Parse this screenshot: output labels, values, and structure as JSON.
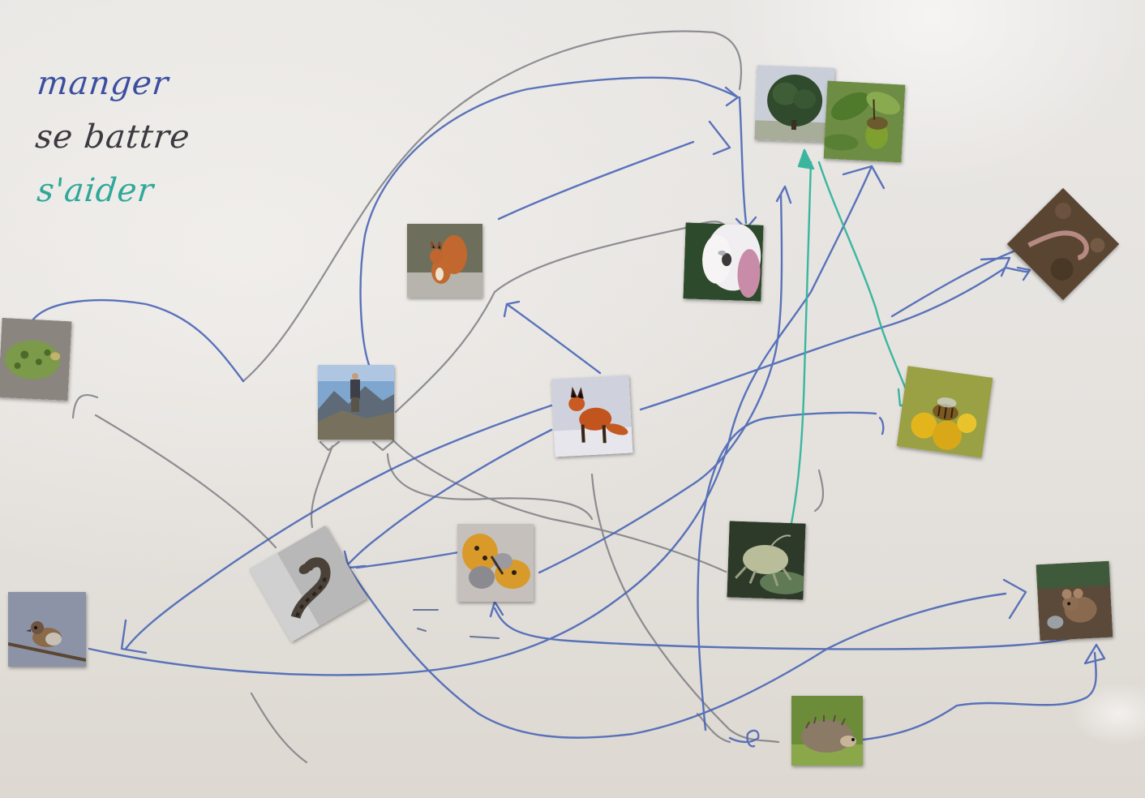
{
  "legend": {
    "eat": {
      "text": "manger",
      "color": "#3a4fa0"
    },
    "fight": {
      "text": "se battre",
      "color": "#3a3a40"
    },
    "help": {
      "text": "s'aider",
      "color": "#2fa89a"
    }
  },
  "ink_colors": {
    "blue": "#4a64b2",
    "gray": "#7b7b80",
    "green": "#33b39a"
  },
  "cards": [
    {
      "name": "oak-tree-photo"
    },
    {
      "name": "acorn-photo"
    },
    {
      "name": "squirrel-photo"
    },
    {
      "name": "fly-on-flower-photo"
    },
    {
      "name": "earthworm-photo"
    },
    {
      "name": "frog-photo"
    },
    {
      "name": "hiker-photo"
    },
    {
      "name": "fox-photo"
    },
    {
      "name": "bee-photo"
    },
    {
      "name": "viper-snake-photo"
    },
    {
      "name": "butterfly-photo"
    },
    {
      "name": "mite-photo"
    },
    {
      "name": "mouse-photo"
    },
    {
      "name": "sparrow-photo"
    },
    {
      "name": "hedgehog-photo"
    }
  ]
}
